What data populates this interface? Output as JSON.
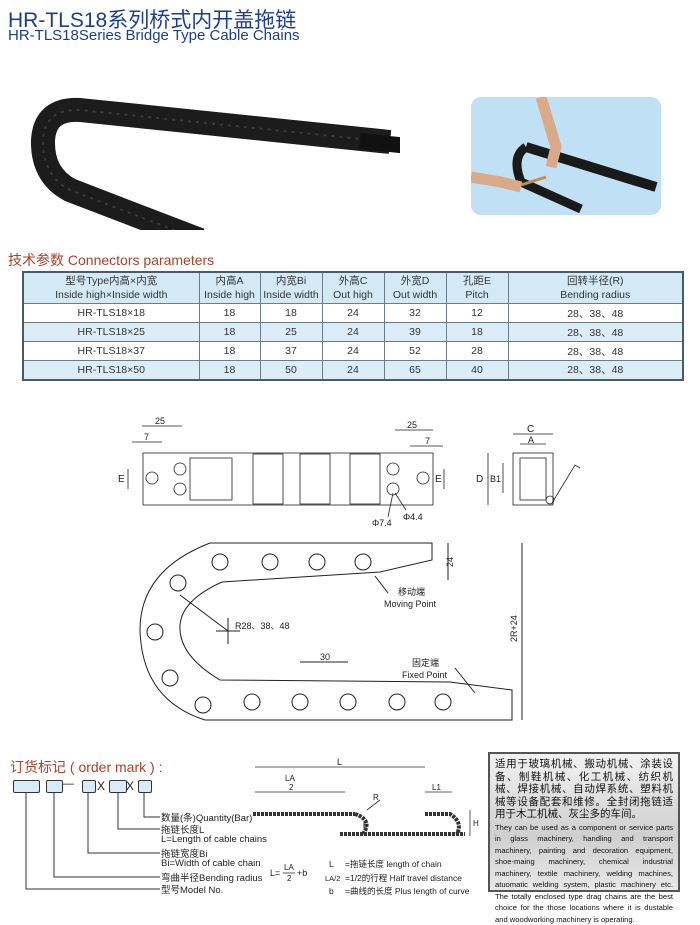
{
  "header": {
    "title_cn": "HR-TLS18系列桥式内开盖拖链",
    "title_en": "HR-TLS18Series Bridge Type Cable Chains"
  },
  "params": {
    "heading": "技术参数 Connectors parameters",
    "columns": [
      {
        "cn": "型号Type内高×内宽",
        "en": "Inside high×Inside width"
      },
      {
        "cn": "内高A",
        "en": "Inside high"
      },
      {
        "cn": "内宽Bi",
        "en": "Inside width"
      },
      {
        "cn": "外高C",
        "en": "Out high"
      },
      {
        "cn": "外宽D",
        "en": "Out width"
      },
      {
        "cn": "孔距E",
        "en": "Pitch"
      },
      {
        "cn": "回转半径(R)",
        "en": "Bending radius"
      }
    ],
    "rows": [
      [
        "HR-TLS18×18",
        "18",
        "18",
        "24",
        "32",
        "12",
        "28、38、48"
      ],
      [
        "HR-TLS18×25",
        "18",
        "25",
        "24",
        "39",
        "18",
        "28、38、48"
      ],
      [
        "HR-TLS18×37",
        "18",
        "37",
        "24",
        "52",
        "28",
        "28、38、48"
      ],
      [
        "HR-TLS18×50",
        "18",
        "50",
        "24",
        "65",
        "40",
        "28、38、48"
      ]
    ]
  },
  "drawing": {
    "dim_25": "25",
    "dim_7": "7",
    "dim_e": "E",
    "dim_phi74": "Φ7.4",
    "dim_phi44": "Φ4.4",
    "dim_c": "C",
    "dim_a": "A",
    "dim_d": "D",
    "dim_b1": "B1",
    "dim_24": "24",
    "dim_30": "30",
    "dim_2r24": "2R+24",
    "radius": "R28、38、48",
    "moving_cn": "移动端",
    "moving_en": "Moving Point",
    "fixed_cn": "固定端",
    "fixed_en": "Fixed Point"
  },
  "order": {
    "heading": "订货标记 ( order mark ) :",
    "sep_dash": "—",
    "sep_x": "X",
    "labels": [
      "数量(条)Quantity(Bar)",
      "拖链长度L",
      "L=Length of cable chains",
      "拖链宽度Bi",
      "Bi=Width of cable chain",
      "弯曲半径Bending radius",
      "型号Model No."
    ],
    "diagram": {
      "L": "L",
      "LA": "LA",
      "two": "2",
      "L1": "L1",
      "R": "R",
      "b": "b",
      "H": "H",
      "formula_prefix": "L=",
      "formula_suffix": "+b"
    },
    "legend": [
      {
        "sym": "L",
        "text": "=拖链长度 length of chain"
      },
      {
        "sym": "LA/2",
        "text": "=1/2的行程 Half travel distance"
      },
      {
        "sym": "b",
        "text": "=曲线的长度 Plus length of curve"
      }
    ]
  },
  "info": {
    "cn": "适用于玻璃机械、搬动机械、涂装设备、制鞋机械、化工机械、纺织机械、焊接机械、自动焊系统、塑料机械等设备配套和维修。全封闭拖链适用于木工机械、灰尘多的车间。",
    "en": "They can be used as a component or service parts in glass machinery, handling and transport machinery, painting and decoration equipment, shoe-maing machinery, chemical industrial machinery, textile machinery, welding machines, atuomatic welding system, plastic machinery etc. The totally enclosed type drag chains are the best choice for the those locations where it is dustable and woodworking machinery is operating."
  },
  "colors": {
    "title": "#1d3f8a",
    "section": "#a8432e",
    "table_header": "#d3e9f6",
    "photo_bg": "#bfe0f5"
  }
}
